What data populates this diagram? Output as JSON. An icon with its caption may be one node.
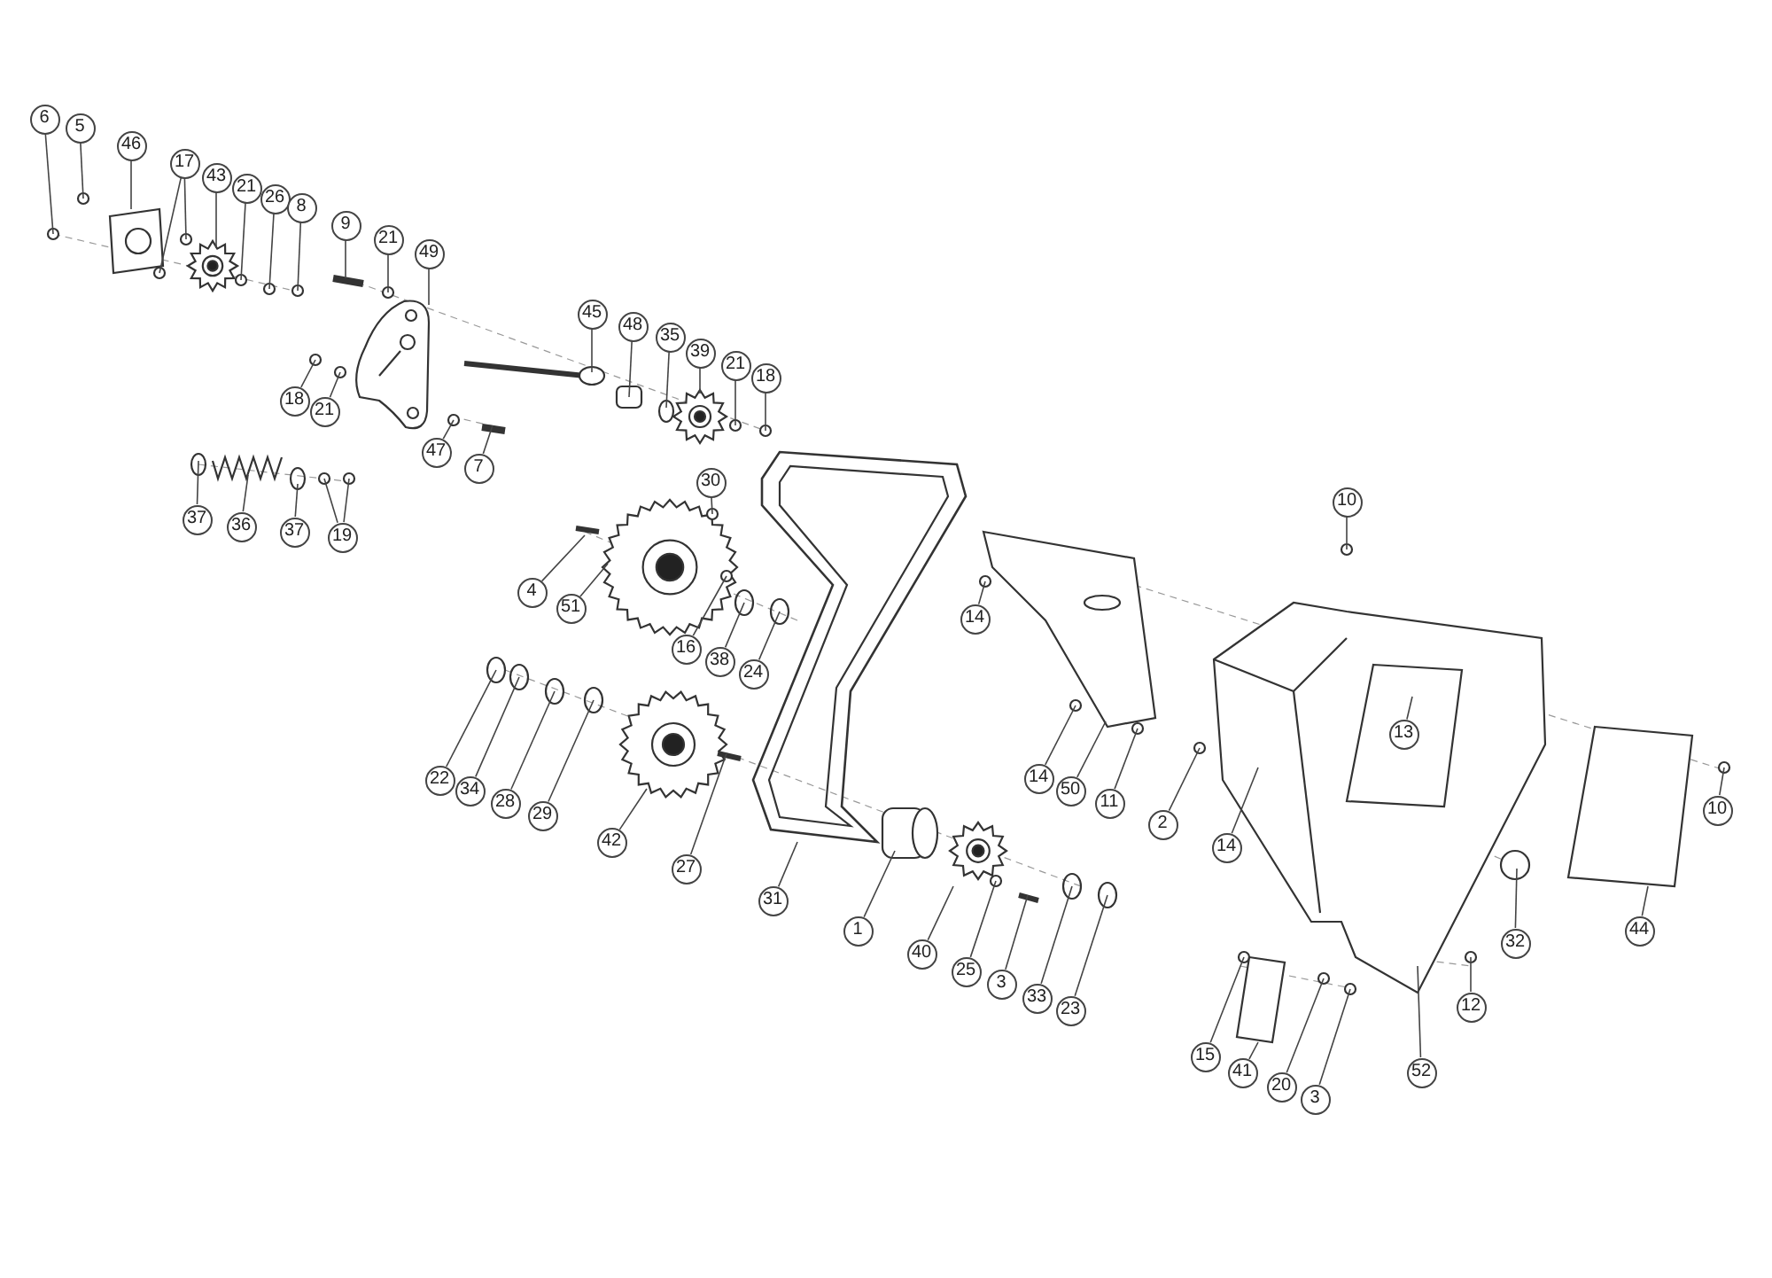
{
  "diagram": {
    "nodes": [
      {
        "text": [
          "6"
        ]
      },
      {
        "text": [
          "5"
        ]
      },
      {
        "text": [
          "46"
        ]
      },
      {
        "text": [
          "17"
        ]
      },
      {
        "text": [
          "43"
        ]
      },
      {
        "text": [
          "21"
        ]
      },
      {
        "text": [
          "26"
        ]
      },
      {
        "text": [
          "8"
        ]
      },
      {
        "text": [
          "9"
        ]
      },
      {
        "text": [
          "21"
        ]
      },
      {
        "text": [
          "49"
        ]
      },
      {
        "text": [
          "45"
        ]
      },
      {
        "text": [
          "48"
        ]
      },
      {
        "text": [
          "35"
        ]
      },
      {
        "text": [
          "39"
        ]
      },
      {
        "text": [
          "21"
        ]
      },
      {
        "text": [
          "18"
        ]
      },
      {
        "text": [
          "18"
        ]
      },
      {
        "text": [
          "21"
        ]
      },
      {
        "text": [
          "47"
        ]
      },
      {
        "text": [
          "7"
        ]
      },
      {
        "text": [
          "37"
        ]
      },
      {
        "text": [
          "36"
        ]
      },
      {
        "text": [
          "37"
        ]
      },
      {
        "text": [
          "19"
        ]
      },
      {
        "text": [
          "30"
        ]
      },
      {
        "text": [
          "4"
        ]
      },
      {
        "text": [
          "51"
        ]
      },
      {
        "text": [
          "16"
        ]
      },
      {
        "text": [
          "38"
        ]
      },
      {
        "text": [
          "24"
        ]
      },
      {
        "text": [
          "22"
        ]
      },
      {
        "text": [
          "34"
        ]
      },
      {
        "text": [
          "28"
        ]
      },
      {
        "text": [
          "29"
        ]
      },
      {
        "text": [
          "42"
        ]
      },
      {
        "text": [
          "27"
        ]
      },
      {
        "text": [
          "31"
        ]
      },
      {
        "text": [
          "1"
        ]
      },
      {
        "text": [
          "40"
        ]
      },
      {
        "text": [
          "25"
        ]
      },
      {
        "text": [
          "3"
        ]
      },
      {
        "text": [
          "33"
        ]
      },
      {
        "text": [
          "23"
        ]
      },
      {
        "text": [
          "14"
        ]
      },
      {
        "text": [
          "14"
        ]
      },
      {
        "text": [
          "50"
        ]
      },
      {
        "text": [
          "11"
        ]
      },
      {
        "text": [
          "2"
        ]
      },
      {
        "text": [
          "14"
        ]
      },
      {
        "text": [
          "10"
        ]
      },
      {
        "text": [
          "13"
        ]
      },
      {
        "text": [
          "10"
        ]
      },
      {
        "text": [
          "32"
        ]
      },
      {
        "text": [
          "44"
        ]
      },
      {
        "text": [
          "12"
        ]
      },
      {
        "text": [
          "52"
        ]
      },
      {
        "text": [
          "15"
        ]
      },
      {
        "text": [
          "41"
        ]
      },
      {
        "text": [
          "20"
        ]
      },
      {
        "text": [
          "3"
        ]
      }
    ],
    "edges": [
      {
        "from": 0,
        "to": null,
        "arrow": "none"
      },
      {
        "from": 1,
        "to": null,
        "arrow": "none"
      },
      {
        "from": 2,
        "to": null,
        "arrow": "none"
      },
      {
        "from": 3,
        "to": null,
        "arrow": "none"
      },
      {
        "from": 3,
        "to": null,
        "arrow": "none"
      },
      {
        "from": 4,
        "to": null,
        "arrow": "none"
      },
      {
        "from": 5,
        "to": null,
        "arrow": "none"
      },
      {
        "from": 6,
        "to": null,
        "arrow": "none"
      },
      {
        "from": 7,
        "to": null,
        "arrow": "none"
      },
      {
        "from": 8,
        "to": null,
        "arrow": "none"
      },
      {
        "from": 9,
        "to": null,
        "arrow": "none"
      },
      {
        "from": 10,
        "to": null,
        "arrow": "none"
      },
      {
        "from": 11,
        "to": null,
        "arrow": "none"
      },
      {
        "from": 12,
        "to": null,
        "arrow": "none"
      },
      {
        "from": 13,
        "to": null,
        "arrow": "none"
      },
      {
        "from": 14,
        "to": null,
        "arrow": "none"
      },
      {
        "from": 15,
        "to": null,
        "arrow": "none"
      },
      {
        "from": 16,
        "to": null,
        "arrow": "none"
      },
      {
        "from": 17,
        "to": null,
        "arrow": "none"
      },
      {
        "from": 18,
        "to": null,
        "arrow": "none"
      },
      {
        "from": 19,
        "to": null,
        "arrow": "none"
      },
      {
        "from": 20,
        "to": null,
        "arrow": "none"
      },
      {
        "from": 21,
        "to": null,
        "arrow": "none"
      },
      {
        "from": 22,
        "to": null,
        "arrow": "none"
      },
      {
        "from": 23,
        "to": null,
        "arrow": "none"
      },
      {
        "from": 24,
        "to": null,
        "arrow": "none"
      },
      {
        "from": 24,
        "to": null,
        "arrow": "none"
      },
      {
        "from": 25,
        "to": null,
        "arrow": "none"
      },
      {
        "from": 26,
        "to": null,
        "arrow": "none"
      },
      {
        "from": 27,
        "to": null,
        "arrow": "none"
      },
      {
        "from": 28,
        "to": null,
        "arrow": "none"
      },
      {
        "from": 29,
        "to": null,
        "arrow": "none"
      },
      {
        "from": 30,
        "to": null,
        "arrow": "none"
      },
      {
        "from": 31,
        "to": null,
        "arrow": "none"
      },
      {
        "from": 32,
        "to": null,
        "arrow": "none"
      },
      {
        "from": 33,
        "to": null,
        "arrow": "none"
      },
      {
        "from": 34,
        "to": null,
        "arrow": "none"
      },
      {
        "from": 35,
        "to": null,
        "arrow": "none"
      },
      {
        "from": 36,
        "to": null,
        "arrow": "none"
      },
      {
        "from": 37,
        "to": null,
        "arrow": "none"
      },
      {
        "from": 38,
        "to": null,
        "arrow": "none"
      },
      {
        "from": 39,
        "to": null,
        "arrow": "none"
      },
      {
        "from": 40,
        "to": null,
        "arrow": "none"
      },
      {
        "from": 41,
        "to": null,
        "arrow": "none"
      },
      {
        "from": 42,
        "to": null,
        "arrow": "none"
      },
      {
        "from": 43,
        "to": null,
        "arrow": "none"
      },
      {
        "from": 44,
        "to": null,
        "arrow": "none"
      },
      {
        "from": 45,
        "to": null,
        "arrow": "none"
      },
      {
        "from": 46,
        "to": null,
        "arrow": "none"
      },
      {
        "from": 47,
        "to": null,
        "arrow": "none"
      },
      {
        "from": 48,
        "to": null,
        "arrow": "none"
      },
      {
        "from": 49,
        "to": null,
        "arrow": "none"
      },
      {
        "from": 50,
        "to": null,
        "arrow": "none"
      },
      {
        "from": 51,
        "to": null,
        "arrow": "none"
      },
      {
        "from": 52,
        "to": null,
        "arrow": "none"
      },
      {
        "from": 53,
        "to": null,
        "arrow": "none"
      },
      {
        "from": 54,
        "to": null,
        "arrow": "none"
      },
      {
        "from": 55,
        "to": null,
        "arrow": "none"
      },
      {
        "from": 56,
        "to": null,
        "arrow": "none"
      },
      {
        "from": 57,
        "to": null,
        "arrow": "none"
      },
      {
        "from": 58,
        "to": null,
        "arrow": "none"
      },
      {
        "from": 59,
        "to": null,
        "arrow": "none"
      },
      {
        "from": 60,
        "to": null,
        "arrow": "none"
      }
    ]
  }
}
